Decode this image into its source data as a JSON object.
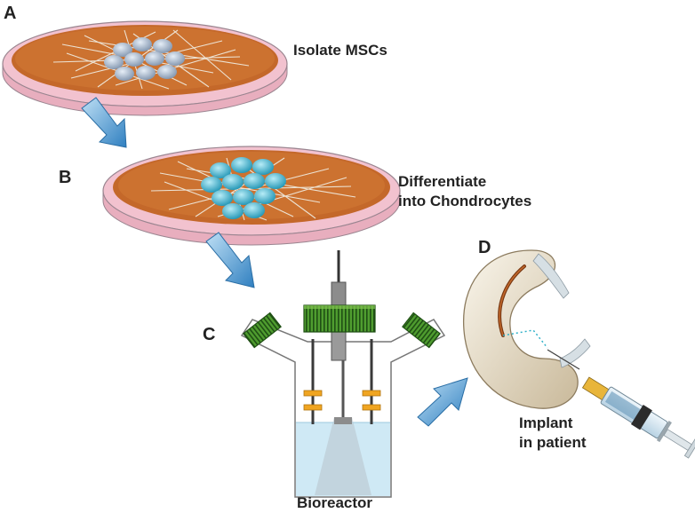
{
  "panels": [
    {
      "letter": "A",
      "caption": "Isolate MSCs"
    },
    {
      "letter": "B",
      "caption_lines": [
        "Differentiate",
        "into Chondrocytes"
      ]
    },
    {
      "letter": "C",
      "caption": "Bioreactor"
    },
    {
      "letter": "D",
      "caption_lines": [
        "Implant",
        "in patient"
      ]
    }
  ],
  "colors": {
    "dish_rim": "#f2c2cf",
    "dish_medium": "#c4682a",
    "msc_cells": "#9fb0c4",
    "chondrocytes": "#35b3cc",
    "arrow": "#4f9fd2",
    "cap_green": "#3f8a2a",
    "clip_orange": "#f0a521",
    "liquid": "#cfe9f5",
    "cartilage": "#ece3cf"
  }
}
